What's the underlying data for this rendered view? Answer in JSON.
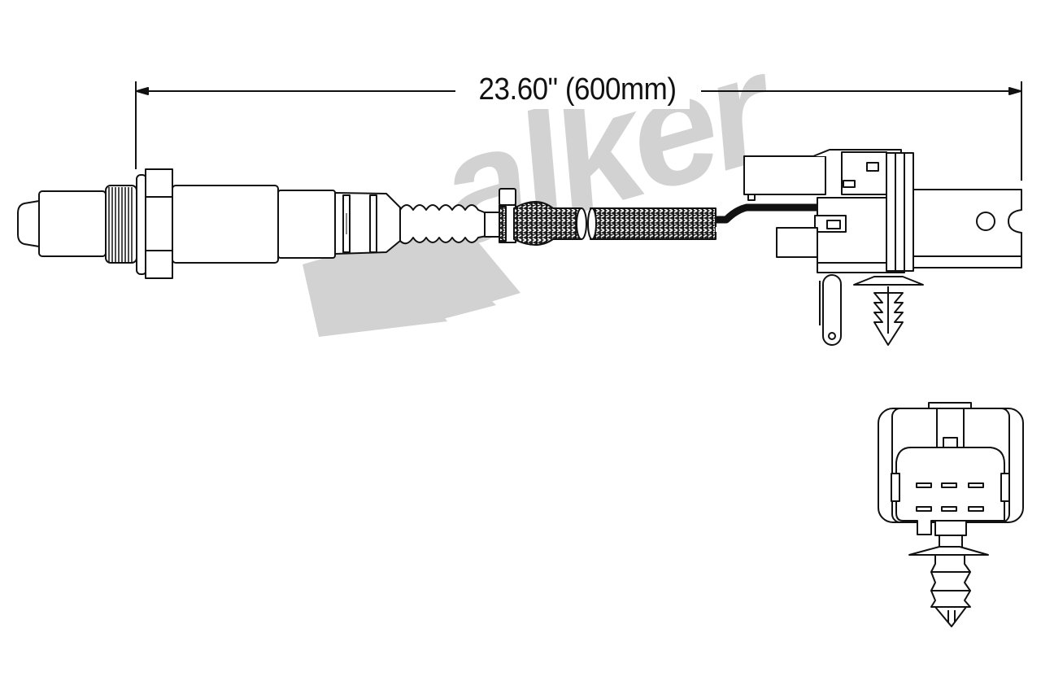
{
  "diagram": {
    "type": "product-technical-drawing",
    "subject": "oxygen sensor with harness and connector",
    "dimension": {
      "label": "23.60\" (600mm)",
      "inches": 23.6,
      "millimeters": 600
    },
    "watermark": {
      "text": "alker",
      "color": "#d2d2d2"
    },
    "parts": [
      {
        "name": "sensor-tip"
      },
      {
        "name": "threaded-body"
      },
      {
        "name": "hex-nut"
      },
      {
        "name": "sensor-shell"
      },
      {
        "name": "crimped-collar"
      },
      {
        "name": "corrugated-boot"
      },
      {
        "name": "braided-sleeve"
      },
      {
        "name": "wire-pair"
      },
      {
        "name": "connector-side-view"
      },
      {
        "name": "mounting-bracket"
      },
      {
        "name": "push-pin-clip"
      },
      {
        "name": "connector-front-view"
      }
    ],
    "connector_front": {
      "pin_rows": 2,
      "pins_per_row": 3,
      "pin_count": 6
    },
    "colors": {
      "line": "#111111",
      "watermark": "#d2d2d2",
      "background": "#ffffff"
    }
  }
}
